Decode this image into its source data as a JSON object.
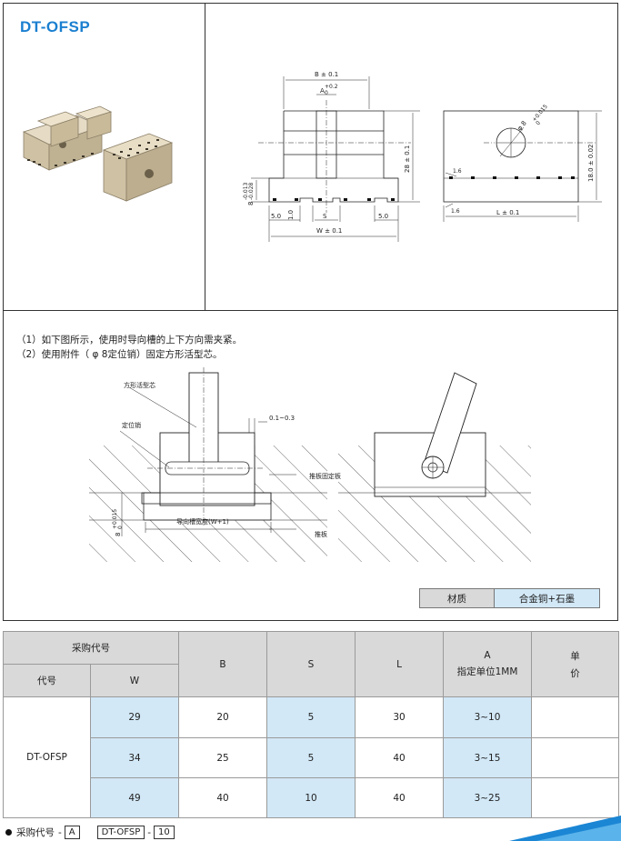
{
  "header": {
    "title": "DT-OFSP"
  },
  "diagram_top": {
    "front": {
      "b": "B ± 0.1",
      "a": "A",
      "a_tol_top": "+0.2",
      "a_tol_bot": "0",
      "h28": "28 ± 0.1",
      "h8": "8",
      "h8_tol_top": "-0.013",
      "h8_tol_bot": "-0.028",
      "left5": "5.0",
      "depth": "1.0",
      "s": "S",
      "right5": "5.0",
      "w": "W ± 0.1"
    },
    "side": {
      "hole": "φ 8",
      "hole_tol_top": "+0.015",
      "hole_tol_bot": "0",
      "c1": "1.6",
      "c2": "1.6",
      "h18": "18.0 ± 0.02",
      "l": "L ± 0.1"
    }
  },
  "notes": [
    "（1）如下图所示，使用时导向槽的上下方向需夹紧。",
    "（2）使用附件（ φ 8定位销）固定方形活型芯。"
  ],
  "diagram_bottom": {
    "core": "方形活型芯",
    "pin": "定位销",
    "gap": "0.1~0.3",
    "retainer": "推板固定板",
    "slot": "导向槽宽度(W+1)",
    "plate": "推板",
    "h8": "8",
    "h8_tol_top": "+0.015",
    "h8_tol_bot": "0"
  },
  "material": {
    "label": "材质",
    "value": "合金铜+石墨"
  },
  "table": {
    "header": {
      "purchase_code": "采购代号",
      "code": "代号",
      "w": "W",
      "b": "B",
      "s": "S",
      "l": "L",
      "a": "A",
      "a_sub": "指定单位1MM",
      "price_1": "单",
      "price_2": "价"
    },
    "code_value": "DT-OFSP",
    "rows": [
      {
        "w": "29",
        "b": "20",
        "s": "5",
        "l": "30",
        "a": "3~10",
        "price": ""
      },
      {
        "w": "34",
        "b": "25",
        "s": "5",
        "l": "40",
        "a": "3~15",
        "price": ""
      },
      {
        "w": "49",
        "b": "40",
        "s": "10",
        "l": "40",
        "a": "3~25",
        "price": ""
      }
    ]
  },
  "order": {
    "label": "采购代号",
    "sep": "-",
    "box_a": "A",
    "example_code": "DT-OFSP",
    "example_a": "10"
  }
}
